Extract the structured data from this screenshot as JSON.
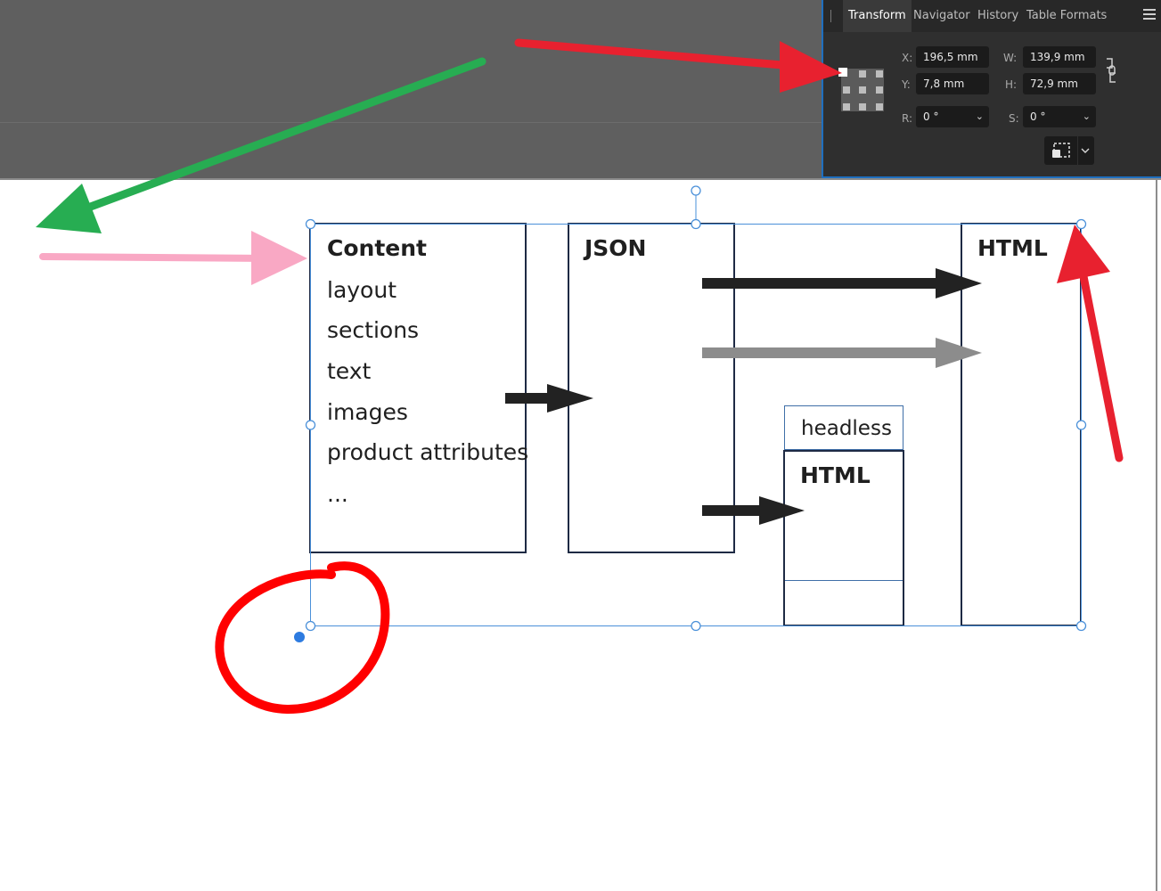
{
  "panel": {
    "tabs": [
      {
        "label": "Transform",
        "active": true
      },
      {
        "label": "Navigator",
        "active": false
      },
      {
        "label": "History",
        "active": false
      },
      {
        "label": "Table Formats",
        "active": false
      }
    ],
    "fields": {
      "x": {
        "label": "X:",
        "value": "196,5 mm"
      },
      "y": {
        "label": "Y:",
        "value": "7,8 mm"
      },
      "w": {
        "label": "W:",
        "value": "139,9 mm"
      },
      "h": {
        "label": "H:",
        "value": "72,9 mm"
      },
      "r": {
        "label": "R:",
        "value": "0 °"
      },
      "s": {
        "label": "S:",
        "value": "0 °"
      }
    },
    "icons": {
      "menu": "hamburger-menu-icon",
      "anchor": "anchor-point-selector-icon",
      "link": "link-proportions-icon",
      "transform_mode": "transform-origin-icon",
      "dropdown": "chevron-down-icon"
    }
  },
  "diagram": {
    "content_box": {
      "title": "Content",
      "items": [
        "layout",
        "sections",
        "text",
        "images",
        "product attributes",
        "..."
      ]
    },
    "json_box": {
      "title": "JSON"
    },
    "headless_box": {
      "label": "headless",
      "title": "HTML"
    },
    "html_box": {
      "title": "HTML"
    }
  },
  "colors": {
    "pasteboard": "#5f5f5f",
    "panel_background": "#2f2f2f",
    "panel_border": "#1f6fbf",
    "selection": "#4a90d9",
    "box_border": "#1e2a44",
    "arrow_dark": "#222222",
    "arrow_gray": "#8c8c8c",
    "annotation_red": "#e8212f",
    "annotation_green": "#27ad52",
    "annotation_pink": "#f9a8c4",
    "annotation_circle": "#ff0000"
  }
}
